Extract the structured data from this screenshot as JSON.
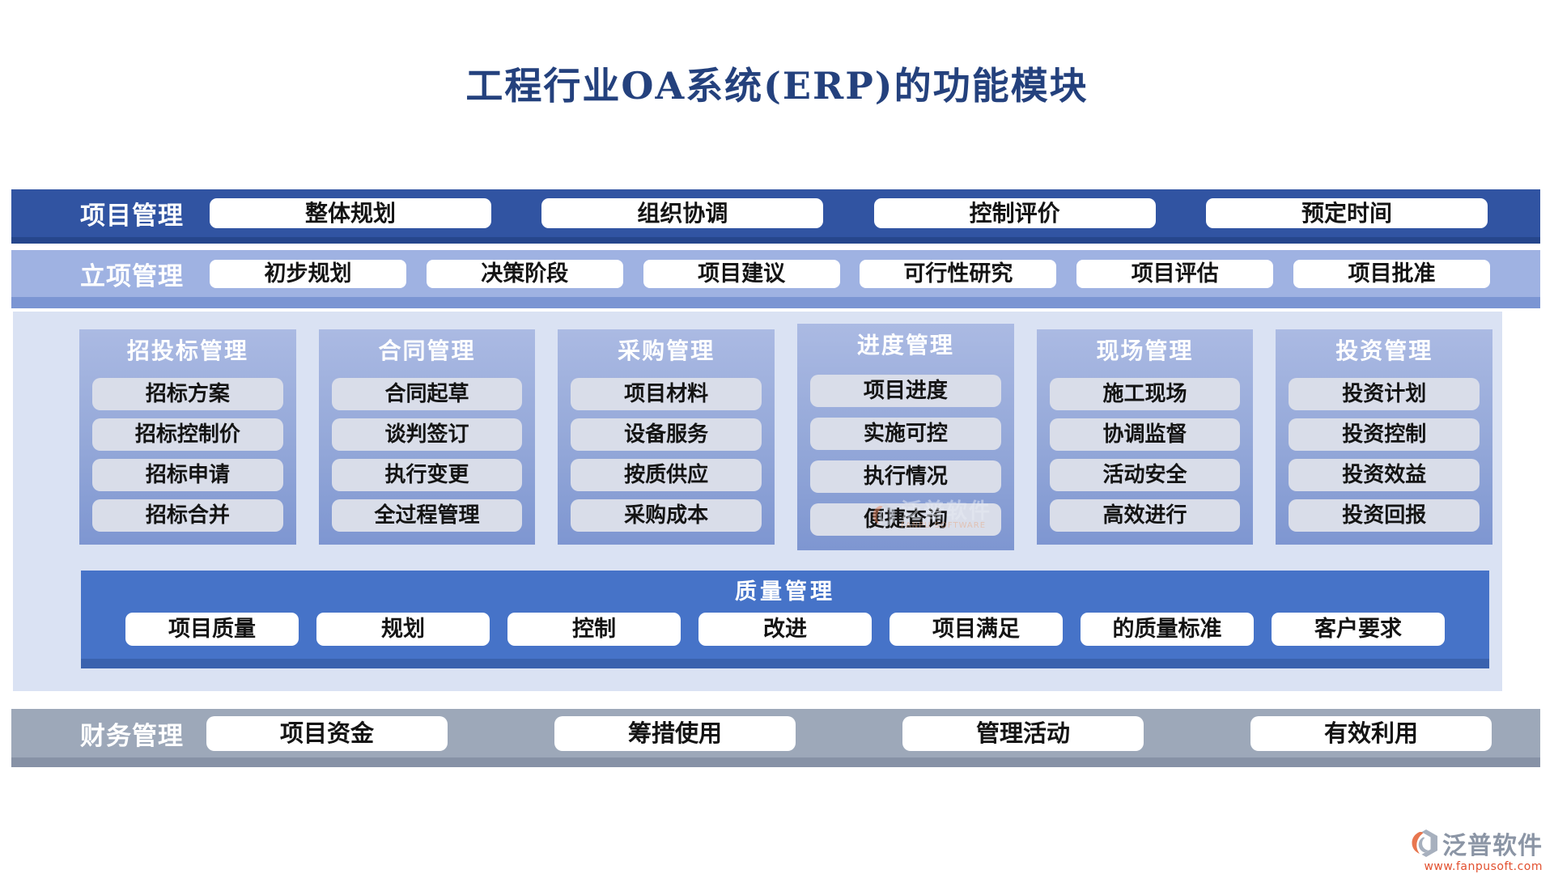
{
  "title": "工程行业OA系统(ERP)的功能模块",
  "bands": {
    "project": {
      "label": "项目管理",
      "items": [
        "整体规划",
        "组织协调",
        "控制评价",
        "预定时间"
      ]
    },
    "initiation": {
      "label": "立项管理",
      "items": [
        "初步规划",
        "决策阶段",
        "项目建议",
        "可行性研究",
        "项目评估",
        "项目批准"
      ]
    },
    "finance": {
      "label": "财务管理",
      "items": [
        "项目资金",
        "筹措使用",
        "管理活动",
        "有效利用"
      ]
    }
  },
  "columns": [
    {
      "title": "招投标管理",
      "items": [
        "招标方案",
        "招标控制价",
        "招标申请",
        "招标合并"
      ]
    },
    {
      "title": "合同管理",
      "items": [
        "合同起草",
        "谈判签订",
        "执行变更",
        "全过程管理"
      ]
    },
    {
      "title": "采购管理",
      "items": [
        "项目材料",
        "设备服务",
        "按质供应",
        "采购成本"
      ]
    },
    {
      "title": "进度管理",
      "items": [
        "项目进度",
        "实施可控",
        "执行情况",
        "便捷查询"
      ]
    },
    {
      "title": "现场管理",
      "items": [
        "施工现场",
        "协调监督",
        "活动安全",
        "高效进行"
      ]
    },
    {
      "title": "投资管理",
      "items": [
        "投资计划",
        "投资控制",
        "投资效益",
        "投资回报"
      ]
    }
  ],
  "quality": {
    "title": "质量管理",
    "items": [
      "项目质量",
      "规划",
      "控制",
      "改进",
      "项目满足",
      "的质量标准",
      "客户要求"
    ]
  },
  "watermark": {
    "name": "泛普软件",
    "sub": "FANPU SOFTWARE"
  },
  "brand": {
    "name": "泛普软件",
    "url": "www.fanpusoft.com"
  },
  "colors": {
    "title_text": "#24417d",
    "project_band": "#3154a2",
    "project_band_edge": "#26468c",
    "initiation_band": "#9fb2e2",
    "initiation_band_edge": "#7b95d3",
    "mid_section": "#dae2f3",
    "column_gradient_top": "#abbae3",
    "column_gradient_bottom": "#7e96d1",
    "column_button": "#d9dde9",
    "quality_band": "#4673c8",
    "quality_band_edge": "#3a62ae",
    "finance_band": "#9da8b9",
    "finance_band_edge": "#8792a6",
    "button_text": "#141414",
    "brand_gray": "#8b95a5",
    "brand_orange": "#e2502f"
  }
}
